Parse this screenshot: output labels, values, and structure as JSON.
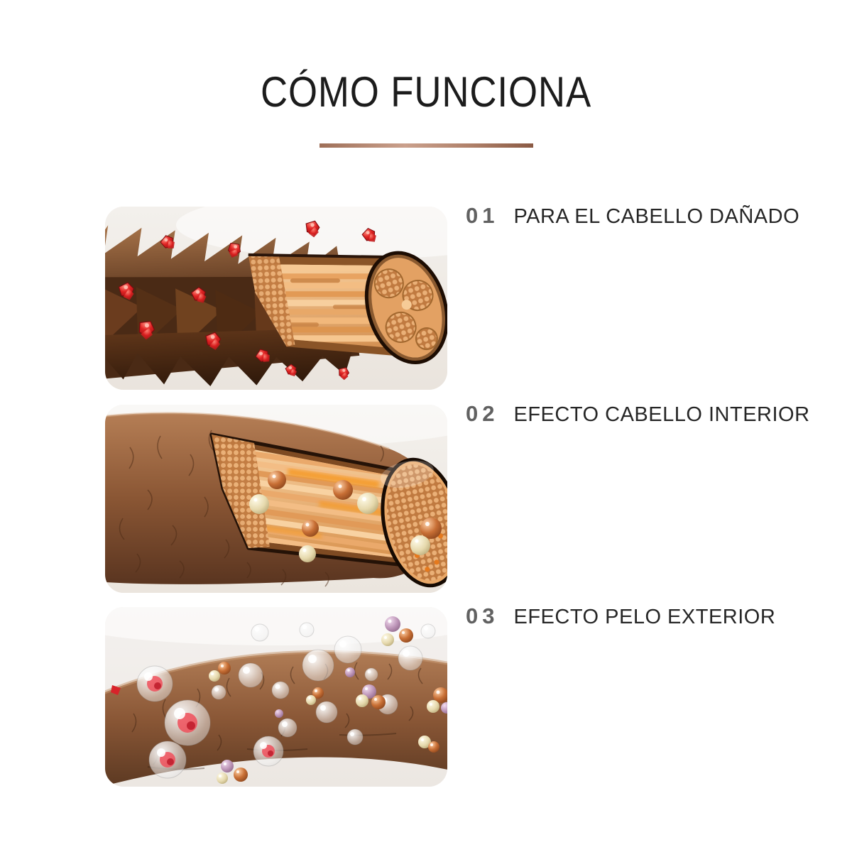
{
  "header": {
    "title": "CÓMO FUNCIONA",
    "divider_gradient": [
      "#9e6f58",
      "#caa08c",
      "#8a5a44"
    ]
  },
  "sections": [
    {
      "number": "01",
      "label": "PARA EL CABELLO DAÑADO",
      "figure": "damaged-hair-cutaway-render"
    },
    {
      "number": "02",
      "label": "EFECTO CABELLO INTERIOR",
      "figure": "hair-interior-actives-render"
    },
    {
      "number": "03",
      "label": "EFECTO PELO EXTERIOR",
      "figure": "hair-exterior-bubbles-render"
    }
  ],
  "colors": {
    "title_text": "#1c1c1c",
    "number_text": "#616161",
    "label_text": "#262626",
    "panel_background": "#f0ece7",
    "hair_brown_dark": "#4a2a15",
    "hair_brown_light": "#b07c55",
    "cortex_tan": "#eeb27c",
    "damage_red": "#d92a26",
    "pearl_copper": "#b56a33",
    "pearl_cream": "#e7dcb2",
    "pearl_mauve": "#bb93b6"
  }
}
